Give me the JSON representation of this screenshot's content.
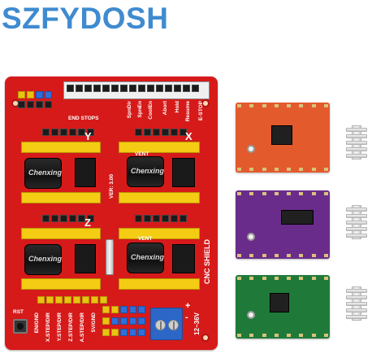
{
  "brand": {
    "name": "SZFYDOSH"
  },
  "board": {
    "labels": {
      "end_stops": "END STOPS",
      "z_axis": "Z",
      "y_axis": "Y",
      "x_axis": "X",
      "spn_dir": "SpnDir",
      "spn_en": "SpnEn",
      "cool_en": "CoolEn",
      "abort": "Abort",
      "hold": "Hold",
      "resume": "Resume",
      "e_stop": "E-STOP",
      "version": "VER: 3.00",
      "vent": "VENT",
      "cap_brand": "Chenxing",
      "cnc_shield": "CNC SHIELD",
      "rst": "RST",
      "en_gnd": "EN/GND",
      "x_step_dir": "X.STEP/DIR",
      "y_step_dir": "Y.STEP/DIR",
      "z_step_dir": "Z.STEP/DIR",
      "a_step_dir": "A.STEP/DIR",
      "v5_gnd": "5V/GND",
      "v12_36": "12~36V",
      "plus": "+",
      "minus": "-"
    }
  },
  "drivers": [
    {
      "color": "#e35a2d",
      "type": "stepper-driver-red"
    },
    {
      "color": "#6a2c8a",
      "type": "stepper-driver-purple"
    },
    {
      "color": "#1f7a3a",
      "type": "stepper-driver-green"
    }
  ],
  "heatsinks": [
    {
      "color": "#e6e6e6"
    },
    {
      "color": "#e6e6e6"
    },
    {
      "color": "#e6e6e6"
    }
  ]
}
